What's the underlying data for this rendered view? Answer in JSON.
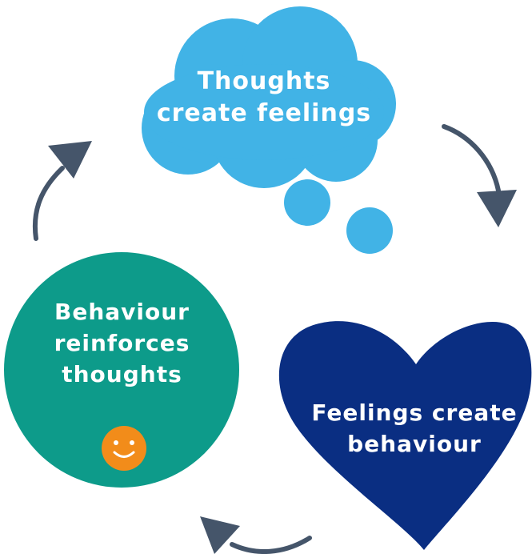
{
  "nodes": {
    "thoughts": {
      "line1": "Thoughts",
      "line2": "create feelings",
      "color": "#41b3e6"
    },
    "behaviour": {
      "line1": "Behaviour",
      "line2": "reinforces",
      "line3": "thoughts",
      "color": "#0d9b8a",
      "face_icon": "smiley-face-icon",
      "face_color": "#f28c1a"
    },
    "feelings": {
      "line1": "Feelings create",
      "line2": "behaviour",
      "color": "#0a2e82"
    }
  },
  "arrows": {
    "color": "#45556a",
    "icon": "curved-arrow-icon",
    "cycle": [
      "thoughts",
      "feelings",
      "behaviour"
    ]
  }
}
